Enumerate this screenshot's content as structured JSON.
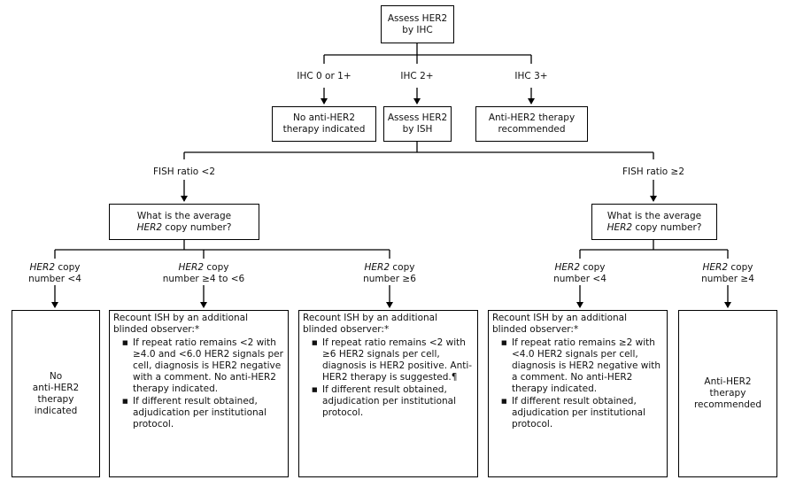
{
  "nodes": {
    "assess_ihc": "Assess HER2\nby IHC",
    "no_therapy_ihc": "No anti-HER2\ntherapy indicated",
    "assess_ish": "Assess HER2\nby ISH",
    "therapy_recommended_ihc": "Anti-HER2 therapy\nrecommended",
    "avg_copy_left_pre": "What is the average",
    "avg_copy_left_gene": "HER2",
    "avg_copy_left_post": " copy number?",
    "avg_copy_right_pre": "What is the average",
    "avg_copy_right_gene": "HER2",
    "avg_copy_right_post": " copy number?",
    "no_therapy_final": "No\nanti-HER2\ntherapy\nindicated",
    "therapy_final": "Anti-HER2\ntherapy\nrecommended"
  },
  "branch_labels": {
    "ihc_0_1": "IHC 0 or 1+",
    "ihc_2": "IHC 2+",
    "ihc_3": "IHC 3+",
    "fish_lt2": "FISH ratio <2",
    "fish_ge2": "FISH ratio ≥2",
    "copy_lt4_left_gene": "HER2",
    "copy_lt4_left_rest": " copy",
    "copy_lt4_left_line2": "number <4",
    "copy_4_6_gene": "HER2",
    "copy_4_6_rest": " copy",
    "copy_4_6_line2": "number ≥4 to <6",
    "copy_ge6_gene": "HER2",
    "copy_ge6_rest": " copy",
    "copy_ge6_line2": "number ≥6",
    "copy_lt4_right_gene": "HER2",
    "copy_lt4_right_rest": " copy",
    "copy_lt4_right_line2": "number <4",
    "copy_ge4_right_gene": "HER2",
    "copy_ge4_right_rest": " copy",
    "copy_ge4_right_line2": "number ≥4"
  },
  "recount_boxes": [
    {
      "heading": "Recount ISH by an additional blinded observer:*",
      "bullets": [
        "If repeat ratio remains <2 with ≥4.0 and <6.0 HER2 signals per cell, diagnosis is HER2 negative with a comment. No anti-HER2 therapy indicated.",
        "If different result obtained, adjudication per institutional protocol."
      ]
    },
    {
      "heading": "Recount ISH by an additional blinded observer:*",
      "bullets": [
        "If repeat ratio remains <2 with ≥6 HER2 signals per cell, diagnosis is HER2 positive. Anti-HER2 therapy is suggested.¶",
        "If different result obtained, adjudication per institutional protocol."
      ]
    },
    {
      "heading": "Recount ISH by an additional blinded observer:*",
      "bullets": [
        "If repeat ratio remains ≥2 with <4.0 HER2 signals per cell, diagnosis is HER2 negative with a comment. No anti-HER2 therapy indicated.",
        "If different result obtained, adjudication per institutional protocol."
      ]
    }
  ]
}
